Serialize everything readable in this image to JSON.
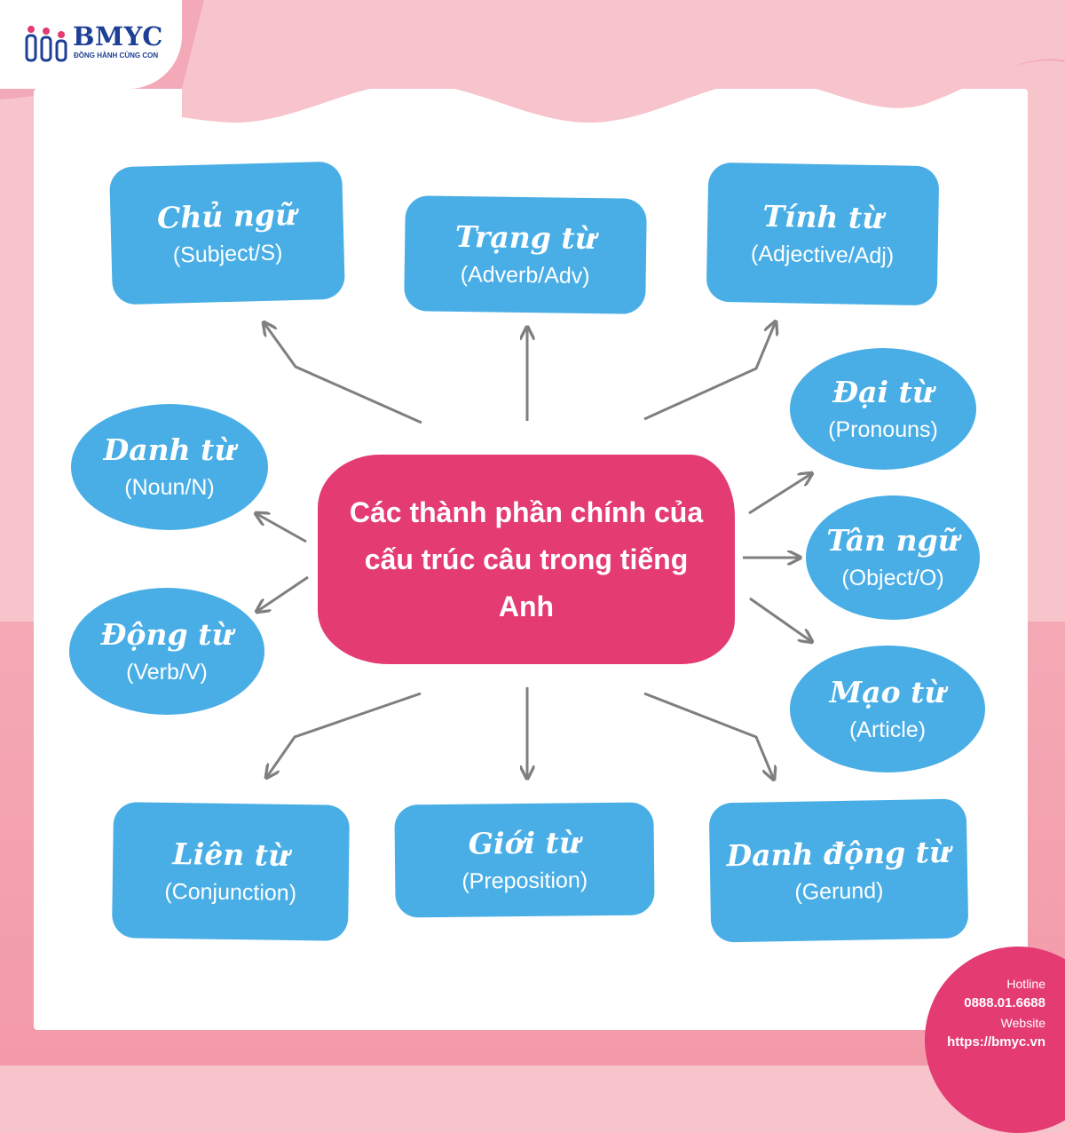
{
  "brand": {
    "name": "BMYC",
    "tagline": "ĐỒNG HÀNH CÙNG CON"
  },
  "center": {
    "title": "Các thành phần chính của cấu trúc câu trong tiếng Anh"
  },
  "nodes": {
    "subject": {
      "title": "Chủ ngữ",
      "sub": "(Subject/S)"
    },
    "adverb": {
      "title": "Trạng từ",
      "sub": "(Adverb/Adv)"
    },
    "adjective": {
      "title": "Tính từ",
      "sub": "(Adjective/Adj)"
    },
    "pronoun": {
      "title": "Đại từ",
      "sub": "(Pronouns)"
    },
    "noun": {
      "title": "Danh từ",
      "sub": "(Noun/N)"
    },
    "object": {
      "title": "Tân ngữ",
      "sub": "(Object/O)"
    },
    "verb": {
      "title": "Động từ",
      "sub": "(Verb/V)"
    },
    "article": {
      "title": "Mạo từ",
      "sub": "(Article)"
    },
    "conjunction": {
      "title": "Liên từ",
      "sub": "(Conjunction)"
    },
    "preposition": {
      "title": "Giới từ",
      "sub": "(Preposition)"
    },
    "gerund": {
      "title": "Danh động từ",
      "sub": "(Gerund)"
    }
  },
  "contact": {
    "hotline_label": "Hotline",
    "hotline_value": "0888.01.6688",
    "website_label": "Website",
    "website_value": "https://bmyc.vn"
  },
  "colors": {
    "node": "#49aee6",
    "center": "#e33b72",
    "background": "#f7c4cc",
    "arrow": "#7f7f7f",
    "brand": "#1d3f95"
  }
}
